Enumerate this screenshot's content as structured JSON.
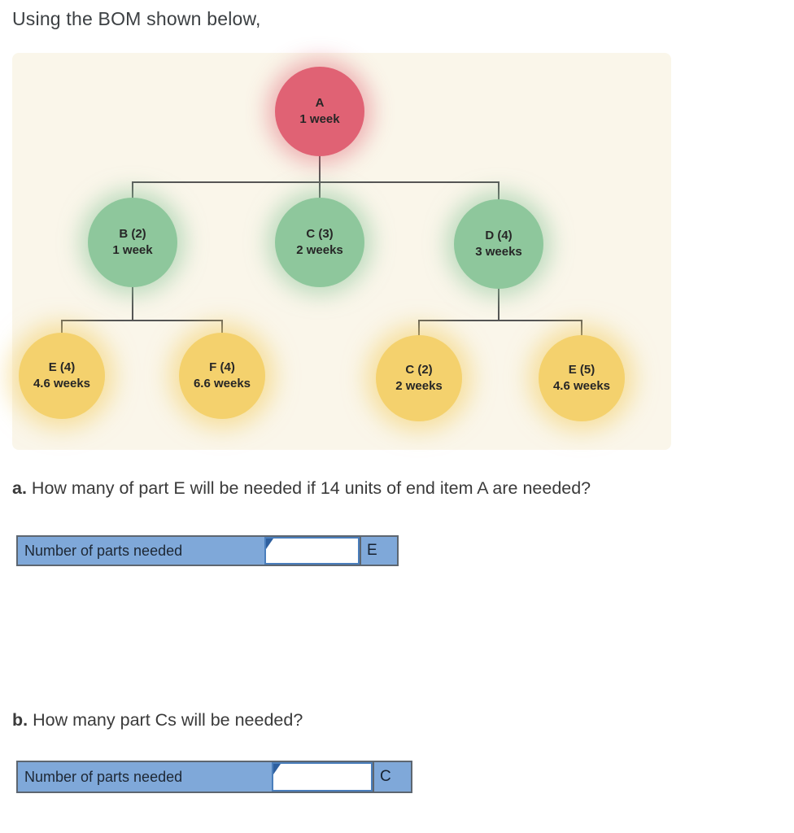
{
  "page": {
    "title": "Using the BOM shown below,"
  },
  "bom": {
    "nodes": {
      "a": {
        "part": "A",
        "time": "1 week"
      },
      "b": {
        "part": "B (2)",
        "time": "1 week"
      },
      "c": {
        "part": "C (3)",
        "time": "2 weeks"
      },
      "d": {
        "part": "D (4)",
        "time": "3 weeks"
      },
      "e1": {
        "part": "E (4)",
        "time": "4.6 weeks"
      },
      "f1": {
        "part": "F (4)",
        "time": "6.6 weeks"
      },
      "c2": {
        "part": "C (2)",
        "time": "2 weeks"
      },
      "e2": {
        "part": "E (5)",
        "time": "4.6 weeks"
      }
    },
    "colors": {
      "panel_bg": "#faf6ea",
      "root": "#e06274",
      "mid": "#8ec79c",
      "leaf": "#f4d16d",
      "line": "#555555"
    }
  },
  "question_a": {
    "prefix": "a.",
    "text": " How many of part E will be needed if 14 units of end item A are needed?",
    "row": {
      "label": "Number of parts needed",
      "value": "",
      "unit": "E"
    }
  },
  "question_b": {
    "prefix": "b.",
    "text": " How many part Cs will be needed?",
    "row": {
      "label": "Number of parts needed",
      "value": "",
      "unit": "C"
    }
  },
  "row_colors": {
    "fill": "#7fa8d9",
    "border": "#5d6670",
    "input_border": "#4a7ebc",
    "marker": "#2e5f9e"
  }
}
